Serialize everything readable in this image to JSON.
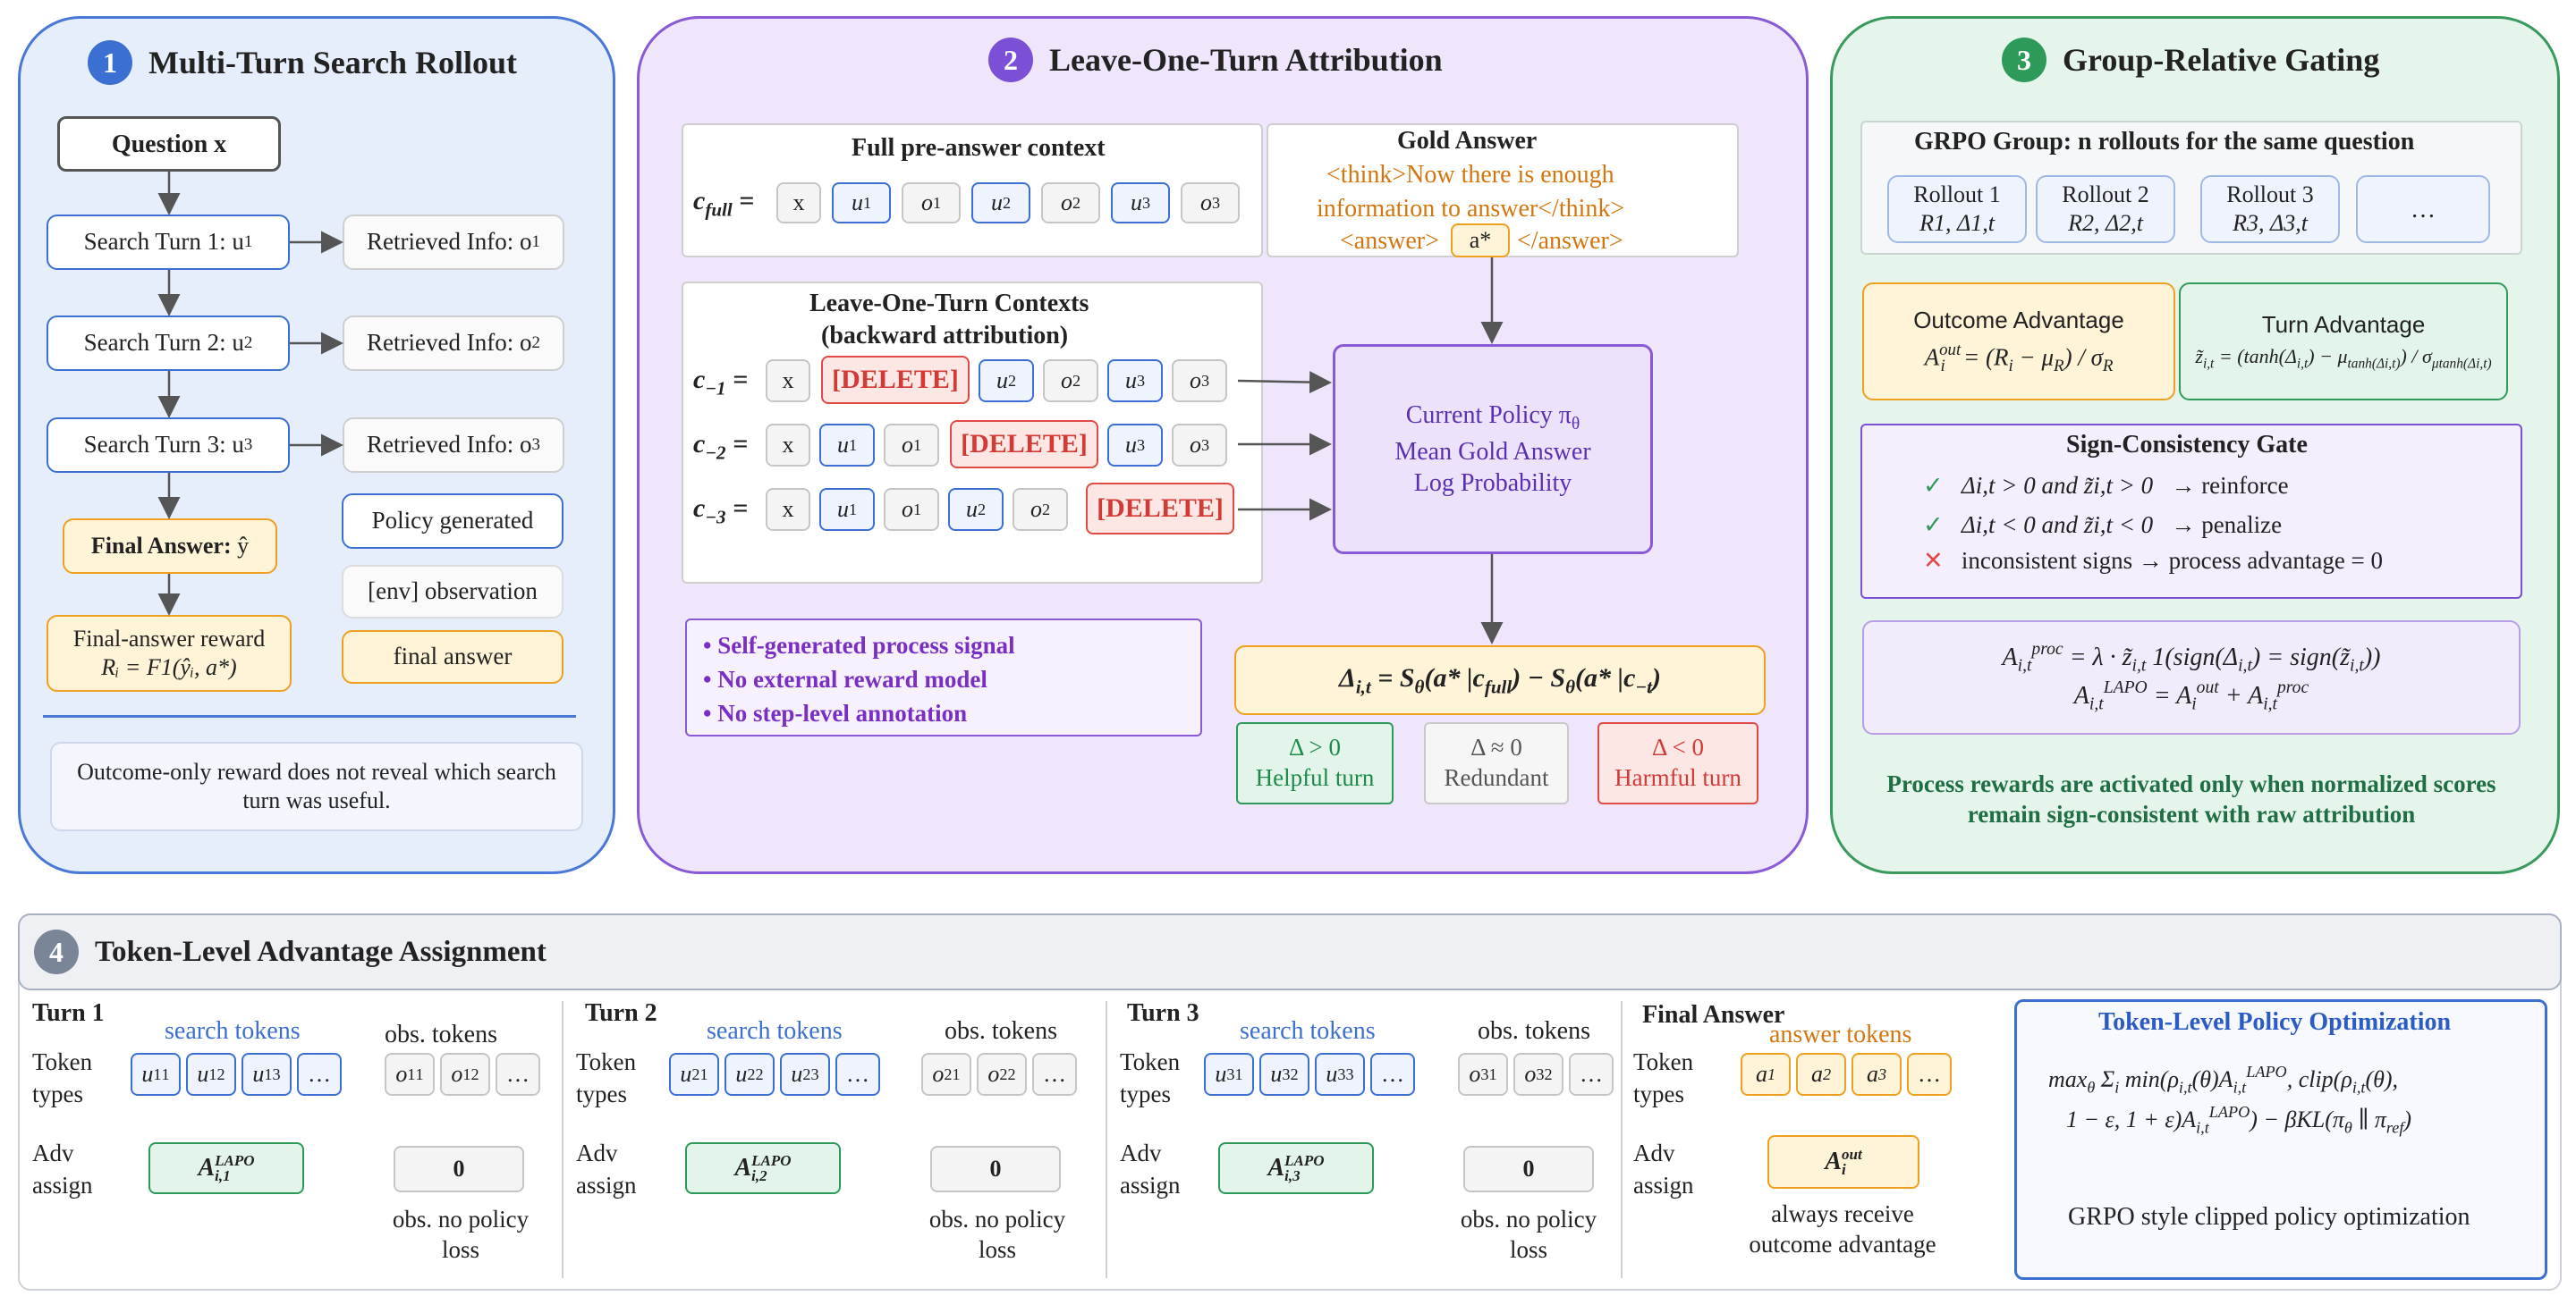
{
  "panel1": {
    "num": "1",
    "title": "Multi-Turn Search Rollout",
    "question": "Question x",
    "turns": [
      {
        "search": "Search Turn 1: u",
        "sub": "1",
        "info": "Retrieved Info: o",
        "info_sub": "1"
      },
      {
        "search": "Search Turn 2: u",
        "sub": "2",
        "info": "Retrieved Info: o",
        "info_sub": "2"
      },
      {
        "search": "Search Turn 3: u",
        "sub": "3",
        "info": "Retrieved Info: o",
        "info_sub": "3"
      }
    ],
    "final_answer": "Final Answer:",
    "final_answer_sym": "ŷ",
    "reward_title": "Final-answer reward",
    "reward_formula": "Rᵢ = F1(ŷᵢ, a*)",
    "legend": [
      "Policy generated",
      "[env] observation",
      "final answer"
    ],
    "note": "Outcome-only reward does not reveal which search turn was useful."
  },
  "panel2": {
    "num": "2",
    "title": "Leave-One-Turn Attribution",
    "full_context_title": "Full pre-answer context",
    "c_full": "c",
    "c_full_sub": "full",
    "full_tokens": [
      "x",
      "u1",
      "o1",
      "u2",
      "o2",
      "u3",
      "o3"
    ],
    "gold_title": "Gold Answer",
    "gold_text_1": "<think>Now there is enough",
    "gold_text_2": "information to answer</think>",
    "gold_text_3a": "<answer>",
    "gold_answer": "a*",
    "gold_text_3b": "</answer>",
    "loo_title": "Leave-One-Turn Contexts",
    "loo_subtitle": "(backward attribution)",
    "delete_label": "[DELETE]",
    "loo_rows": [
      {
        "label": "c",
        "sub": "−1"
      },
      {
        "label": "c",
        "sub": "−2"
      },
      {
        "label": "c",
        "sub": "−3"
      }
    ],
    "policy_lines": [
      "Current Policy π",
      "Mean Gold Answer",
      "Log Probability"
    ],
    "policy_sub": "θ",
    "signals": [
      "• Self-generated process signal",
      "• No external reward model",
      "• No step-level annotation"
    ],
    "delta_formula": "Δi,t = Sθ(a* | cfull) − Sθ(a* | c−t)",
    "outcomes": [
      {
        "cond": "Δ > 0",
        "label": "Helpful turn"
      },
      {
        "cond": "Δ ≈ 0",
        "label": "Redundant"
      },
      {
        "cond": "Δ < 0",
        "label": "Harmful turn"
      }
    ]
  },
  "panel3": {
    "num": "3",
    "title": "Group-Relative Gating",
    "group_title": "GRPO Group: n rollouts for the same question",
    "rollouts": [
      {
        "name": "Rollout 1",
        "val": "R1, Δ1,t"
      },
      {
        "name": "Rollout 2",
        "val": "R2, Δ2,t"
      },
      {
        "name": "Rollout 3",
        "val": "R3, Δ3,t"
      }
    ],
    "rollout_more": "…",
    "outcome_adv_title": "Outcome Advantage",
    "turn_adv_title": "Turn Advantage",
    "gate_title": "Sign-Consistency Gate",
    "gate_rows": [
      {
        "icon": "✓",
        "text": "Δi,t > 0 and z̃i,t > 0",
        "result": "→ reinforce"
      },
      {
        "icon": "✓",
        "text": "Δi,t < 0 and z̃i,t < 0",
        "result": "→ penalize"
      },
      {
        "icon": "✕",
        "text": "inconsistent signs →",
        "result": "process advantage = 0"
      }
    ],
    "footer": "Process rewards are activated only when normalized scores remain sign-consistent with raw attribution"
  },
  "panel4": {
    "num": "4",
    "title": "Token-Level Advantage Assignment",
    "row_labels": {
      "token": "Token types",
      "adv": "Adv assign"
    },
    "turns": [
      {
        "title": "Turn 1",
        "search_label": "search tokens",
        "obs_label": "obs. tokens",
        "turn_idx": "1",
        "adv": "A",
        "adv_sub": "i,1",
        "adv_sup": "LAPO",
        "obs_adv": "0",
        "obs_note": "obs. no policy loss"
      },
      {
        "title": "Turn 2",
        "search_label": "search tokens",
        "obs_label": "obs. tokens",
        "turn_idx": "2",
        "adv": "A",
        "adv_sub": "i,2",
        "adv_sup": "LAPO",
        "obs_adv": "0",
        "obs_note": "obs. no policy loss"
      },
      {
        "title": "Turn 3",
        "search_label": "search tokens",
        "obs_label": "obs. tokens",
        "turn_idx": "3",
        "adv": "A",
        "adv_sub": "i,3",
        "adv_sup": "LAPO",
        "obs_adv": "0",
        "obs_note": "obs. no policy loss"
      }
    ],
    "final": {
      "title": "Final Answer",
      "label": "answer tokens",
      "tokens": [
        "a1",
        "a2",
        "a3",
        "…"
      ],
      "adv": "A",
      "adv_sub": "i",
      "adv_sup": "out",
      "note": "always receive outcome advantage"
    },
    "opt_title": "Token-Level Policy Optimization",
    "opt_caption": "GRPO style clipped policy optimization"
  },
  "colors": {
    "blue": "#3b6fd1",
    "purple": "#7b4fd6",
    "green": "#2e9a5a",
    "orange": "#f0a020",
    "red": "#e04a45"
  }
}
